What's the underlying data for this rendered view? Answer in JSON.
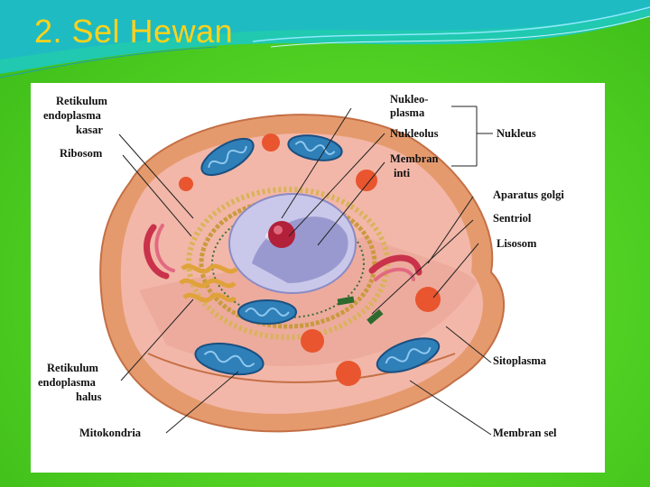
{
  "slide": {
    "title": "2. Sel Hewan"
  },
  "diagram": {
    "labels_left": {
      "rer_line1": "Retikulum",
      "rer_line2": "endoplasma",
      "rer_line3": "kasar",
      "ribosom": "Ribosom",
      "ser_line1": "Retikulum",
      "ser_line2": "endoplasma",
      "ser_line3": "halus",
      "mitokondria": "Mitokondria"
    },
    "labels_right": {
      "nukleoplasma_line1": "Nukleo-",
      "nukleoplasma_line2": "plasma",
      "nukleolus": "Nukleolus",
      "membran_inti_line1": "Membran",
      "membran_inti_line2": "inti",
      "nukleus": "Nukleus",
      "aparatus_golgi": "Aparatus golgi",
      "sentriol": "Sentriol",
      "lisosom": "Lisosom",
      "sitoplasma": "Sitoplasma",
      "membran_sel": "Membran sel"
    },
    "colors": {
      "cell_outer": "#e59a6e",
      "cell_inner": "#f2b7a8",
      "mitochondria": "#2f7fb8",
      "golgi": "#c9324a",
      "nucleolus": "#b2203a",
      "nucleus": "#c9c8ea",
      "lysosome": "#e8552e"
    }
  }
}
